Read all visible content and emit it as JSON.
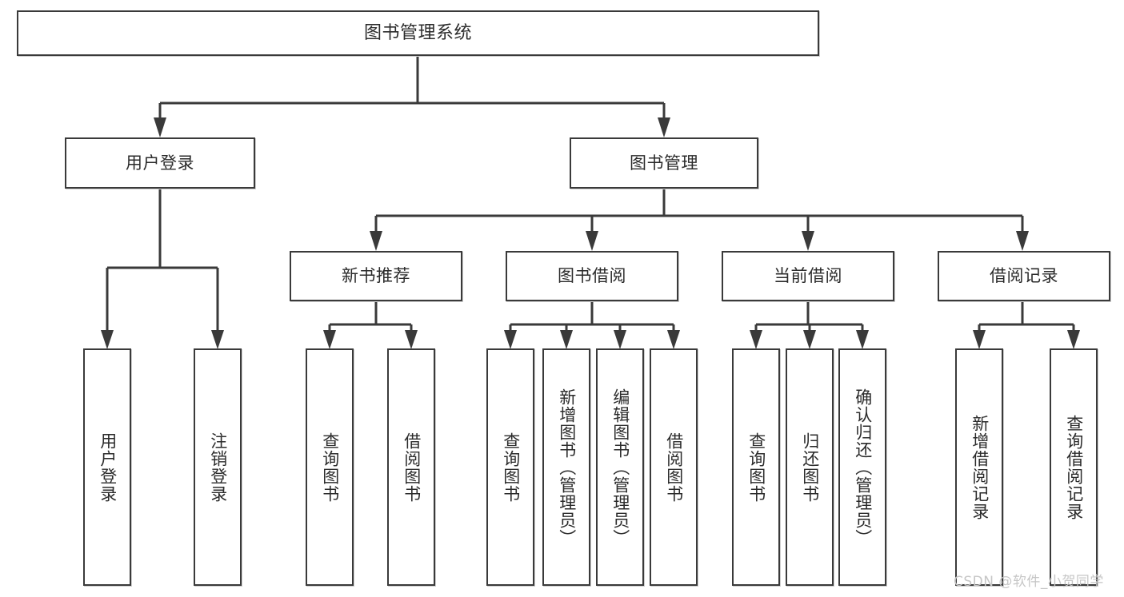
{
  "diagram": {
    "title": "图书管理系统",
    "type": "tree",
    "root": {
      "label": "图书管理系统"
    },
    "level2": [
      {
        "label": "用户登录"
      },
      {
        "label": "图书管理"
      }
    ],
    "level3": [
      {
        "label": "新书推荐"
      },
      {
        "label": "图书借阅"
      },
      {
        "label": "当前借阅"
      },
      {
        "label": "借阅记录"
      }
    ],
    "leaves": {
      "user_login": [
        {
          "label": "用户登录"
        },
        {
          "label": "注销登录"
        }
      ],
      "new_book": [
        {
          "label": "查询图书"
        },
        {
          "label": "借阅图书"
        }
      ],
      "book_borrow": [
        {
          "label": "查询图书"
        },
        {
          "label": "新增图书（管理员）"
        },
        {
          "label": "编辑图书（管理员）"
        },
        {
          "label": "借阅图书"
        }
      ],
      "current_borrow": [
        {
          "label": "查询图书"
        },
        {
          "label": "归还图书"
        },
        {
          "label": "确认归还（管理员）"
        }
      ],
      "borrow_record": [
        {
          "label": "新增借阅记录"
        },
        {
          "label": "查询借阅记录"
        }
      ]
    }
  },
  "watermark": {
    "text": "CSDN @软件_小贺同学"
  },
  "colors": {
    "stroke": "#3a3a3a",
    "fill": "#ffffff",
    "text": "#2b2b2b",
    "watermark": "#c6c6c6"
  }
}
